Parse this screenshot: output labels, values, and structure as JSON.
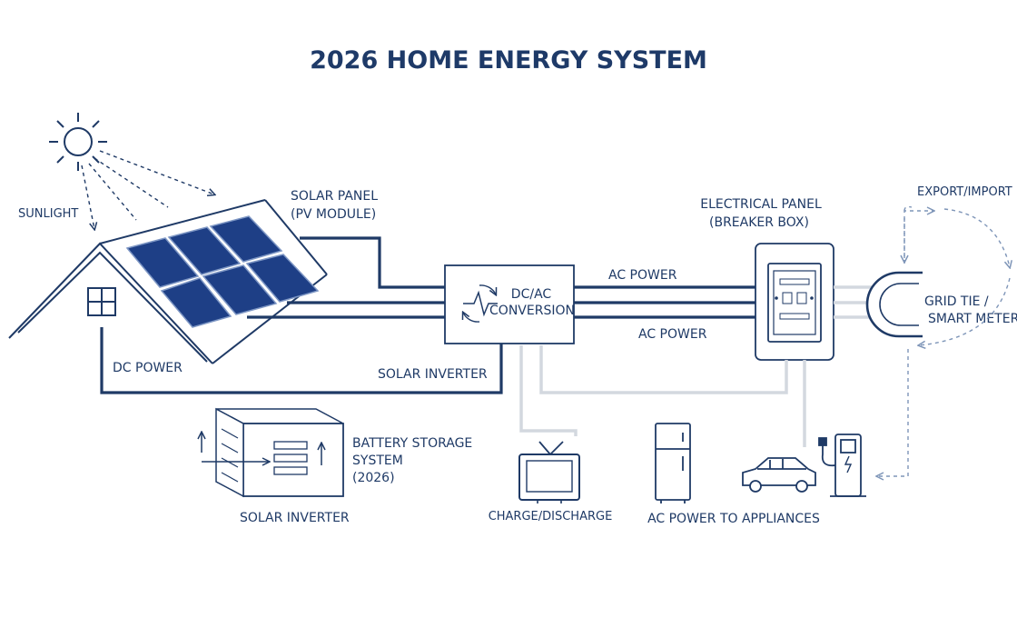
{
  "title": "2026 HOME ENERGY SYSTEM",
  "labels": {
    "sunlight": "SUNLIGHT",
    "solar_panel_line1": "SOLAR PANEL",
    "solar_panel_line2": "(PV MODULE)",
    "electrical_panel_line1": "ELECTRICAL PANEL",
    "electrical_panel_line2": "(BREAKER BOX)",
    "export_import": "EXPORT/IMPORT POWER",
    "ac_power_top": "AC POWER",
    "ac_power_bottom": "AC POWER",
    "dc_ac_line1": "DC/AC",
    "dc_ac_line2": "CONVERSION",
    "grid_tie_line1": "GRID TIE /",
    "grid_tie_line2": "SMART METER",
    "dc_power": "DC POWER",
    "solar_inverter_mid": "SOLAR INVERTER",
    "battery_line1": "BATTERY STORAGE",
    "battery_line2": "SYSTEM",
    "battery_line3": "(2026)",
    "solar_inverter_bottom": "SOLAR INVERTER",
    "charge_discharge": "CHARGE/DISCHARGE",
    "ac_appliances": "AC POWER TO APPLIANCES"
  },
  "icons": [
    "sun-icon",
    "house-icon",
    "solar-panel-icon",
    "inverter-icon",
    "breaker-box-icon",
    "grid-plug-icon",
    "battery-icon",
    "tv-icon",
    "fridge-icon",
    "car-icon",
    "ev-charger-icon"
  ],
  "colors": {
    "ink": "#1f3a66",
    "panel": "#1e3f86",
    "muted": "#d3d8df"
  }
}
